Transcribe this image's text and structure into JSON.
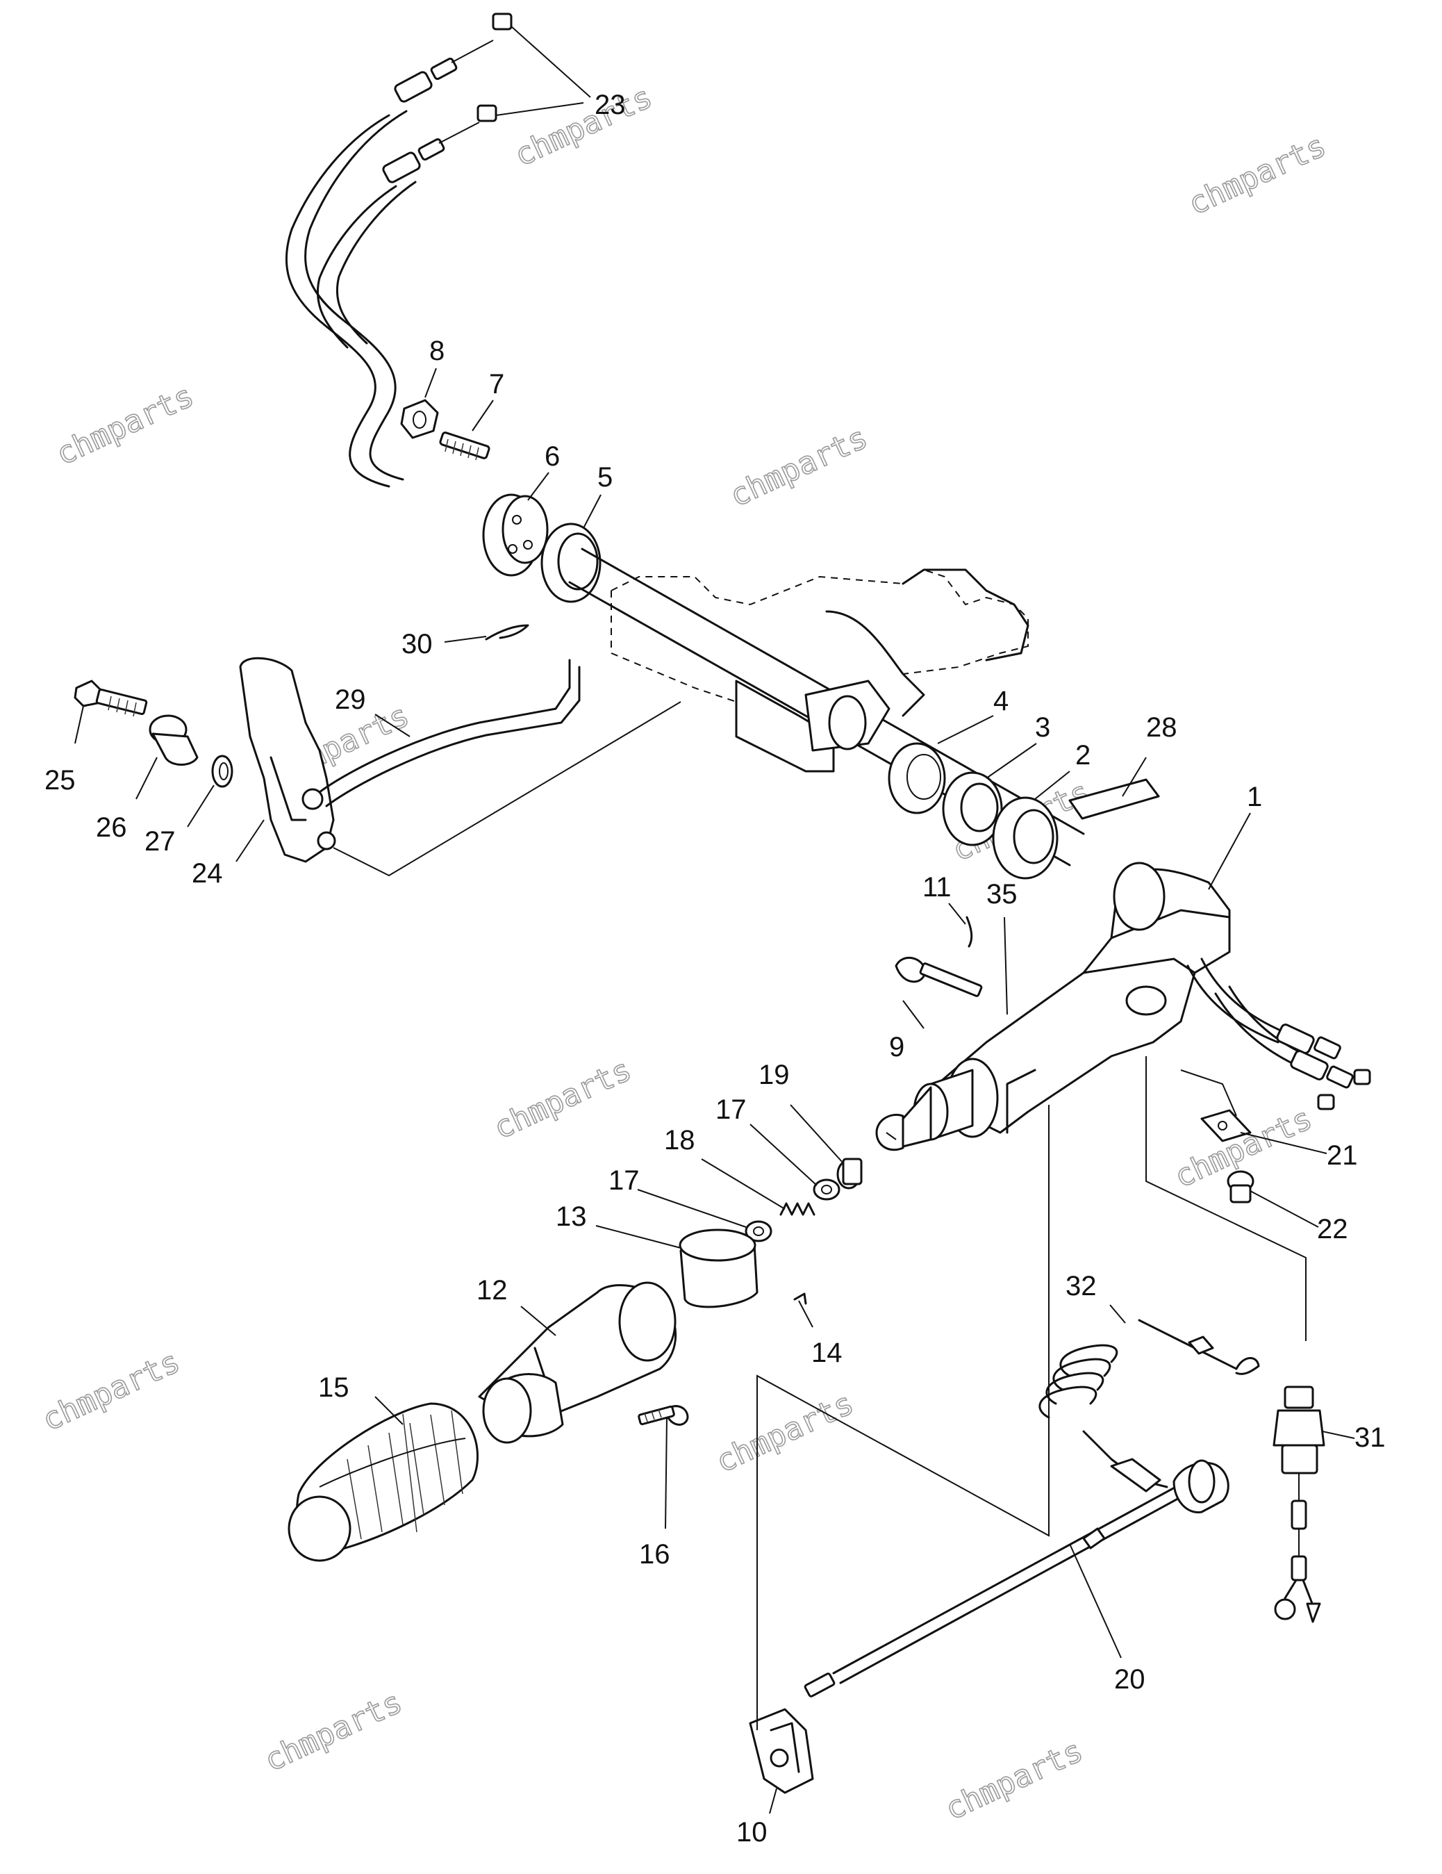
{
  "callouts": [
    {
      "id": "1",
      "label": "1"
    },
    {
      "id": "2",
      "label": "2"
    },
    {
      "id": "3",
      "label": "3"
    },
    {
      "id": "4",
      "label": "4"
    },
    {
      "id": "5",
      "label": "5"
    },
    {
      "id": "6",
      "label": "6"
    },
    {
      "id": "7",
      "label": "7"
    },
    {
      "id": "8",
      "label": "8"
    },
    {
      "id": "9",
      "label": "9"
    },
    {
      "id": "10",
      "label": "10"
    },
    {
      "id": "11",
      "label": "11"
    },
    {
      "id": "12",
      "label": "12"
    },
    {
      "id": "13",
      "label": "13"
    },
    {
      "id": "14",
      "label": "14"
    },
    {
      "id": "15",
      "label": "15"
    },
    {
      "id": "16",
      "label": "16"
    },
    {
      "id": "17a",
      "label": "17"
    },
    {
      "id": "17b",
      "label": "17"
    },
    {
      "id": "18",
      "label": "18"
    },
    {
      "id": "19",
      "label": "19"
    },
    {
      "id": "20",
      "label": "20"
    },
    {
      "id": "21",
      "label": "21"
    },
    {
      "id": "22",
      "label": "22"
    },
    {
      "id": "23",
      "label": "23"
    },
    {
      "id": "24",
      "label": "24"
    },
    {
      "id": "25",
      "label": "25"
    },
    {
      "id": "26",
      "label": "26"
    },
    {
      "id": "27",
      "label": "27"
    },
    {
      "id": "28",
      "label": "28"
    },
    {
      "id": "29",
      "label": "29"
    },
    {
      "id": "30",
      "label": "30"
    },
    {
      "id": "31",
      "label": "31"
    },
    {
      "id": "32",
      "label": "32"
    },
    {
      "id": "35",
      "label": "35"
    }
  ],
  "watermark": "chmparts"
}
